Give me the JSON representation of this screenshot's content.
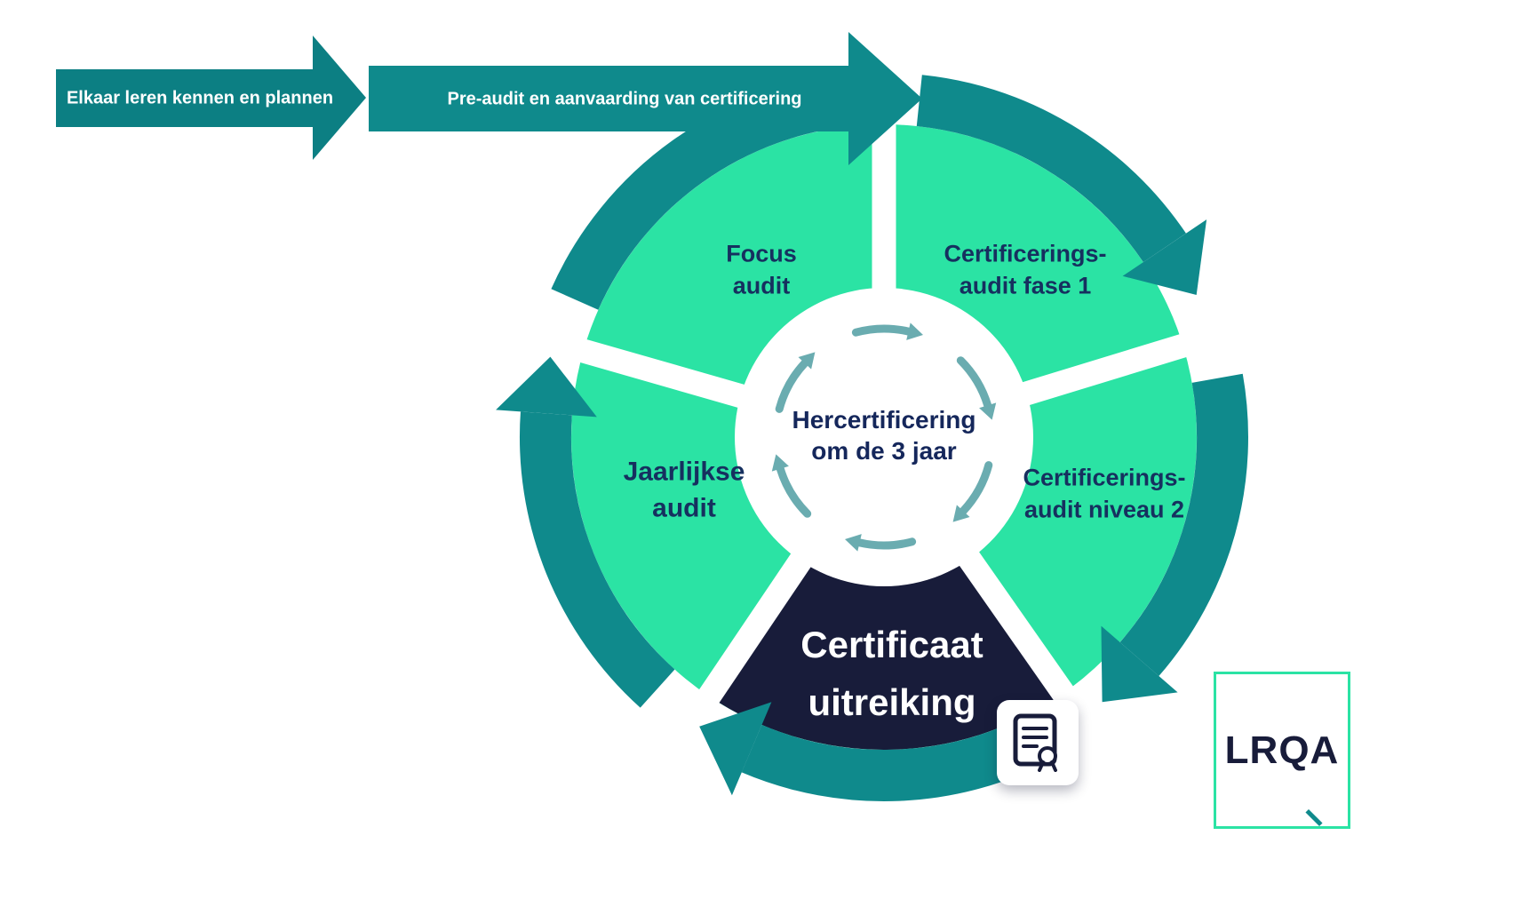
{
  "colors": {
    "teal": "#0F8A8C",
    "teal_dark": "#0C7F83",
    "mint": "#2BE3A4",
    "navy": "#181C3A",
    "label_navy": "#16305F",
    "inner_arrow": "#6AACB0",
    "white": "#FFFFFF"
  },
  "banners": {
    "step1": "Elkaar leren kennen en plannen",
    "step2": "Pre-audit en aanvaarding van certificering"
  },
  "cycle": {
    "center": "Hercertificering\nom de 3 jaar",
    "segments": [
      {
        "label": "Focus\naudit"
      },
      {
        "label": "Certificerings-\naudit fase 1"
      },
      {
        "label": "Certificerings-\naudit niveau 2"
      },
      {
        "label": "Certificaat\nuitreiking"
      },
      {
        "label": "Jaarlijkse\naudit"
      }
    ]
  },
  "logo": {
    "text": "LRQA"
  }
}
